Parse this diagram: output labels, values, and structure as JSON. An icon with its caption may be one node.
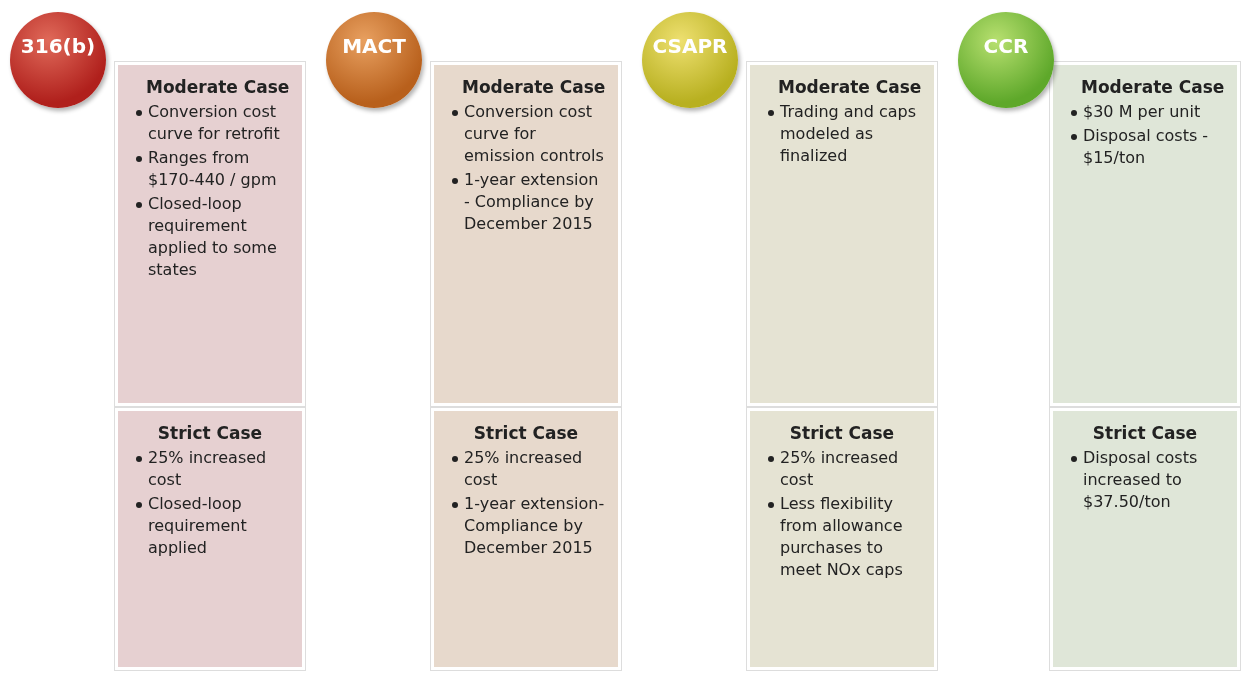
{
  "diagram": {
    "nodes": [
      {
        "text": [
          "316(b)"
        ]
      },
      {
        "text": [
          "Moderate Case",
          "Conversion cost curve for retrofit",
          "Ranges from $170-440 / gpm",
          "Closed-loop requirement applied to some states"
        ]
      },
      {
        "text": [
          "Strict Case",
          "25% increased cost",
          "Closed-loop requirement applied"
        ]
      },
      {
        "text": [
          "MACT"
        ]
      },
      {
        "text": [
          "Moderate Case",
          "Conversion cost curve for emission controls",
          "1-year extension - Compliance by December 2015"
        ]
      },
      {
        "text": [
          "Strict Case",
          "25% increased cost",
          "1-year extension- Compliance by December 2015"
        ]
      },
      {
        "text": [
          "CSAPR"
        ]
      },
      {
        "text": [
          "Moderate Case",
          "Trading and caps modeled as finalized"
        ]
      },
      {
        "text": [
          "Strict Case",
          "25% increased cost",
          "Less flexibility from allowance purchases to meet NOx caps"
        ]
      },
      {
        "text": [
          "CCR"
        ]
      },
      {
        "text": [
          "Moderate Case",
          "$30 M per unit",
          "Disposal costs - $15/ton"
        ]
      },
      {
        "text": [
          "Strict Case",
          "Disposal costs increased to $37.50/ton"
        ]
      }
    ]
  }
}
